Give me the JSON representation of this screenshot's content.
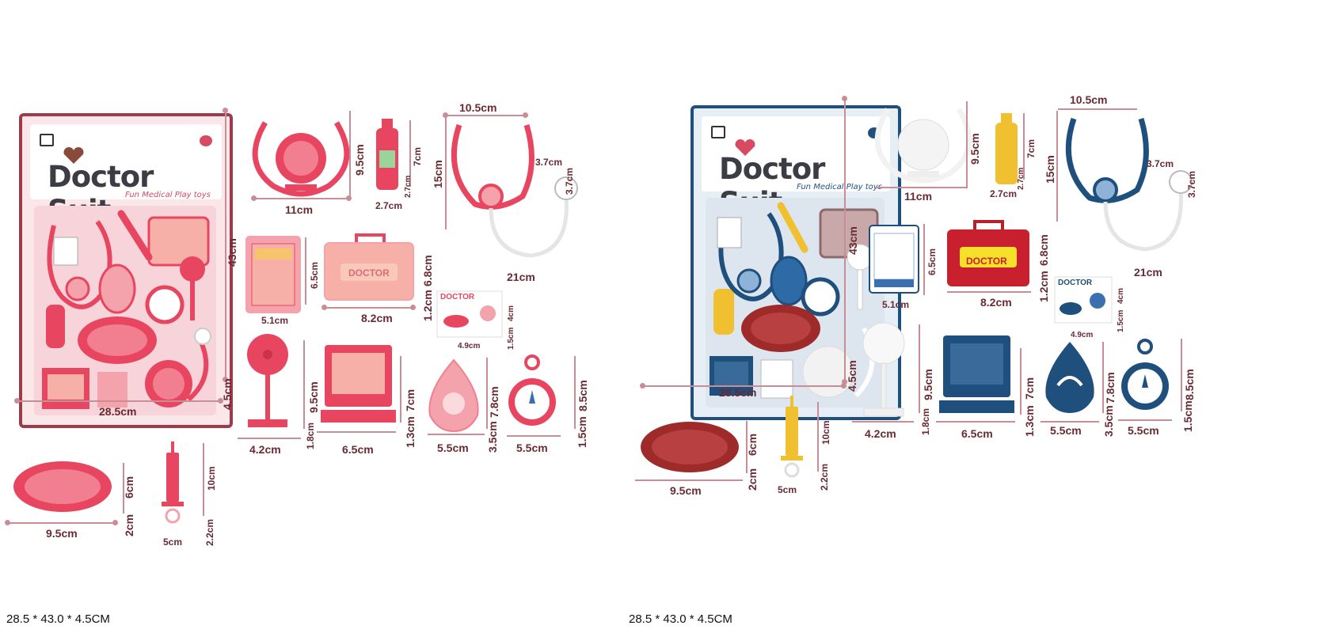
{
  "panels": [
    {
      "id": "pink",
      "colors": {
        "primary": "#e84660",
        "light": "#f4a3ad",
        "card_bg": "#fbe7ea",
        "card_border": "#9e3a4a"
      },
      "card": {
        "title": "Doctor Suit",
        "subtitle": "Fun Medical Play toys"
      },
      "dimensions": {
        "card_width": "28.5cm",
        "card_height": "43cm",
        "card_depth": "4.5cm",
        "pad_w": "11cm",
        "pad_h": "9.5cm",
        "bottle_w": "2.7cm",
        "bottle_h": "7cm",
        "bottle_d": "2.7cm",
        "stetho_w": "10.5cm",
        "stetho_h": "15cm",
        "stetho_len": "21cm",
        "stetho_head_w": "3.7cm",
        "stetho_head_h": "3.7cm",
        "clipboard_w": "5.1cm",
        "clipboard_h": "6.5cm",
        "case_w": "8.2cm",
        "case_h": "6.8cm",
        "case_d": "1.2cm",
        "idcard_w": "4.9cm",
        "idcard_h": "4cm",
        "idcard_d": "1.5cm",
        "mirror_w": "4.2cm",
        "mirror_h": "9.5cm",
        "mirror_d": "1.8cm",
        "monitor_w": "6.5cm",
        "monitor_h": "7cm",
        "monitor_d": "1.3cm",
        "mask_w": "5.5cm",
        "mask_h": "7.8cm",
        "mask_d": "3.5cm",
        "watch_w": "5.5cm",
        "watch_h": "8.5cm",
        "watch_d": "1.5cm",
        "tray_w": "9.5cm",
        "tray_h": "6cm",
        "tray_d": "2cm",
        "syringe_w": "5cm",
        "syringe_h": "10cm",
        "syringe_d": "2.2cm"
      },
      "item_labels": {
        "case_text": "DOCTOR",
        "idcard_title": "DOCTOR"
      }
    },
    {
      "id": "blue",
      "colors": {
        "primary": "#1f4f7d",
        "light": "#8fb3d8",
        "card_bg": "#e6eef6",
        "card_border": "#1f4f7d"
      },
      "card": {
        "title": "Doctor Suit",
        "subtitle": "Fun Medical Play toys"
      },
      "dimensions": {
        "card_width": "28.5cm",
        "card_height": "43cm",
        "card_depth": "4.5cm",
        "pad_w": "11cm",
        "pad_h": "9.5cm",
        "bottle_w": "2.7cm",
        "bottle_h": "7cm",
        "bottle_d": "2.7cm",
        "stetho_w": "10.5cm",
        "stetho_h": "15cm",
        "stetho_len": "21cm",
        "stetho_head_w": "3.7cm",
        "stetho_head_h": "3.7cm",
        "clipboard_w": "5.1cm",
        "clipboard_h": "6.5cm",
        "case_w": "8.2cm",
        "case_h": "6.8cm",
        "case_d": "1.2cm",
        "idcard_w": "4.9cm",
        "idcard_h": "4cm",
        "idcard_d": "1.5cm",
        "mirror_w": "4.2cm",
        "mirror_h": "9.5cm",
        "mirror_d": "1.8cm",
        "monitor_w": "6.5cm",
        "monitor_h": "7cm",
        "monitor_d": "1.3cm",
        "mask_w": "5.5cm",
        "mask_h": "7.8cm",
        "mask_d": "3.5cm",
        "watch_w": "5.5cm",
        "watch_h": "8.5cm",
        "watch_d": "1.5cm",
        "tray_w": "9.5cm",
        "tray_h": "6cm",
        "tray_d": "2cm",
        "syringe_w": "5cm",
        "syringe_h": "10cm",
        "syringe_d": "2.2cm"
      },
      "item_labels": {
        "case_text": "DOCTOR",
        "idcard_title": "DOCTOR"
      }
    }
  ],
  "footer": {
    "left": "28.5 * 43.0 * 4.5CM",
    "right": "28.5 * 43.0 * 4.5CM"
  }
}
